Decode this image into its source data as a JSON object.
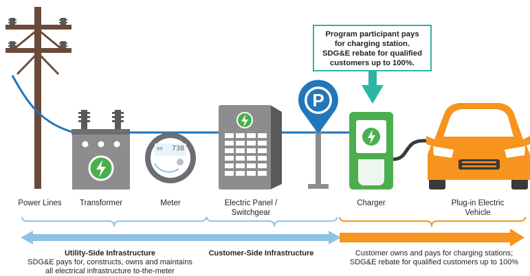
{
  "callout": {
    "lines": [
      "Program participant pays",
      "for charging station.",
      "SDG&E rebate for qualified",
      "customers up to 100%."
    ]
  },
  "meter_reading": "738",
  "meter_small": "99",
  "labels": {
    "power_lines": "Power Lines",
    "transformer": "Transformer",
    "meter": "Meter",
    "electric_panel_line1": "Electric Panel /",
    "electric_panel_line2": "Switchgear",
    "charger": "Charger",
    "vehicle_line1": "Plug-in Electric",
    "vehicle_line2": "Vehicle"
  },
  "utility_side": {
    "title": "Utility-Side Infrastructure",
    "line1": "SDG&E pays for, constructs, owns and maintains",
    "line2": "all electrical infrastructure to-the-meter"
  },
  "customer_side": {
    "title": "Customer-Side Infrastructure"
  },
  "customer_owns": {
    "line1": "Customer owns and pays for charging stations;",
    "line2": "SDG&E rebate for qualified customers up to 100%"
  },
  "colors": {
    "pole": "#6b4a3a",
    "gray": "#8d8d8f",
    "dark_gray": "#58595b",
    "green": "#4cae4f",
    "teal": "#2ab5a5",
    "blue_wire": "#1f74b8",
    "pin_blue": "#2377b9",
    "light_blue": "#8ec3e6",
    "orange": "#f7941d"
  }
}
